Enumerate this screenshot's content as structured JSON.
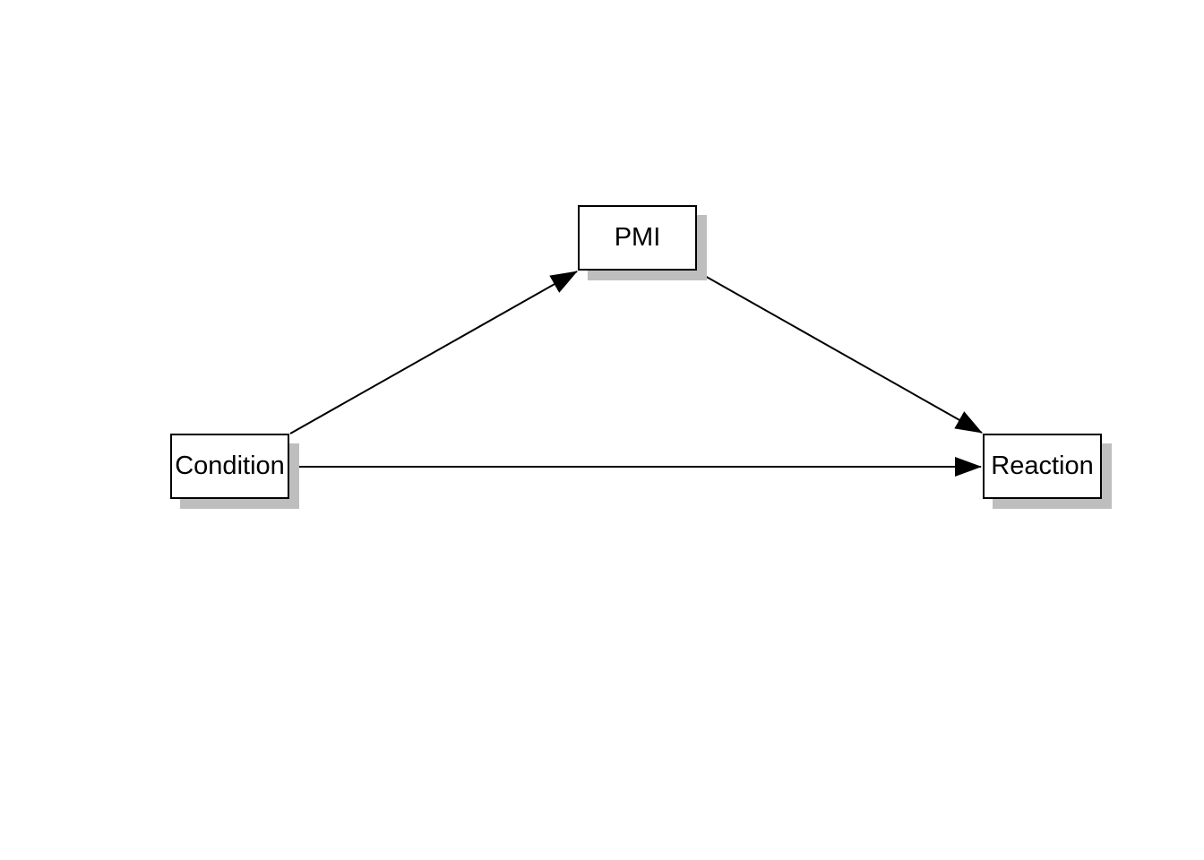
{
  "diagram": {
    "type": "mediation-path-diagram",
    "background_color": "#ffffff",
    "node_fill": "#ffffff",
    "node_border_color": "#000000",
    "node_shadow_color": "#bebebe",
    "edge_color": "#000000",
    "nodes": [
      {
        "id": "condition",
        "label": "Condition"
      },
      {
        "id": "pmi",
        "label": "PMI"
      },
      {
        "id": "reaction",
        "label": "Reaction"
      }
    ],
    "edges": [
      {
        "from": "Condition",
        "to": "PMI"
      },
      {
        "from": "PMI",
        "to": "Reaction"
      },
      {
        "from": "Condition",
        "to": "Reaction"
      }
    ]
  }
}
